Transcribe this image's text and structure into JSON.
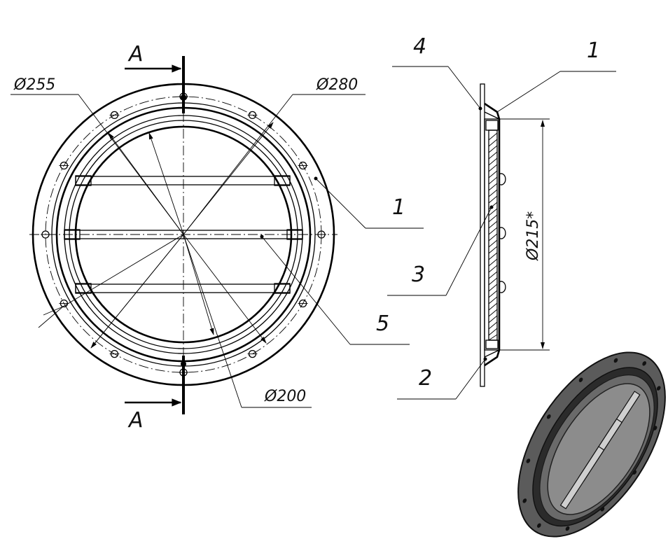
{
  "section_marks": {
    "top": "A",
    "bottom": "A"
  },
  "dimensions": {
    "d255": "Ø255",
    "d280": "Ø280",
    "d200": "Ø200",
    "d215": "Ø215*"
  },
  "callouts": {
    "front_1": "1",
    "front_5": "5",
    "side_4": "4",
    "side_1": "1",
    "side_3": "3",
    "side_2": "2"
  },
  "colors": {
    "line": "#000000",
    "render_body": "#5b5b5b",
    "render_dark": "#2b2b2b",
    "render_light": "#9a9a9a"
  }
}
